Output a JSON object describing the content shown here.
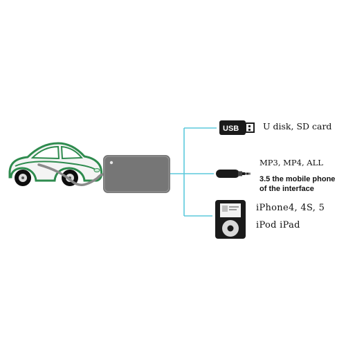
{
  "usb": {
    "stick_text": "USB",
    "label": "U disk, SD card"
  },
  "audio": {
    "line1": "MP3, MP4, ALL",
    "line2": "3.5 the mobile phone",
    "line3": "of the interface"
  },
  "apple": {
    "line1": "iPhone4, 4S, 5",
    "line2": "iPod iPad"
  },
  "colors": {
    "connector_line": "#5bc9dc",
    "car_outline": "#2e8b4e",
    "car_fill": "#f4f4f4",
    "adapter_box": "#767676",
    "cable": "#8a8a8a",
    "device_dark": "#1a1a1a"
  },
  "icons": [
    "car-icon",
    "adapter-box-icon",
    "usb-stick-icon",
    "aux-plug-icon",
    "ipod-icon"
  ]
}
